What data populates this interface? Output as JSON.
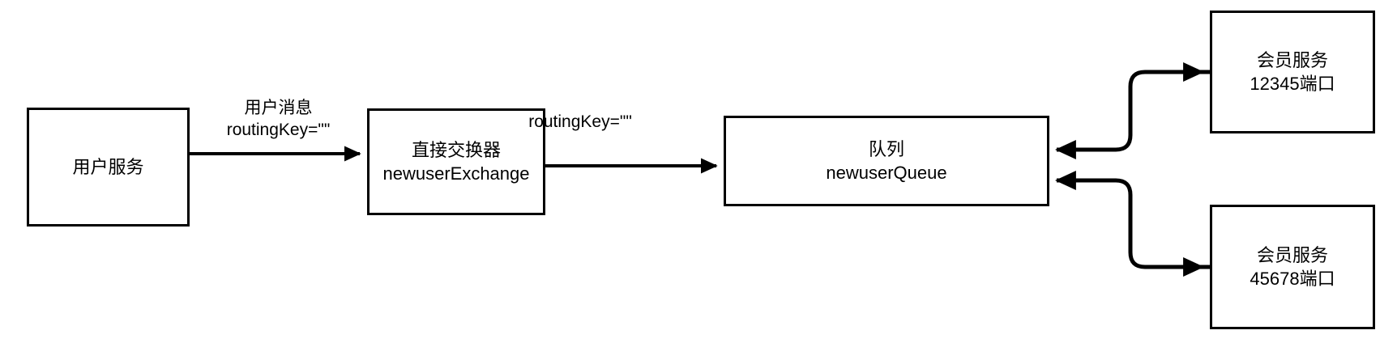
{
  "diagram": {
    "type": "flow-diagram",
    "title": "RabbitMQ Direct Exchange Fanout To Two Member Services",
    "colors": {
      "stroke": "#000000",
      "fill": "#FFFFFF",
      "text": "#000000"
    },
    "nodes": [
      {
        "id": "user-service",
        "line1": "用户服务",
        "line2": ""
      },
      {
        "id": "exchange",
        "line1": "直接交换器",
        "line2": "newuserExchange"
      },
      {
        "id": "queue",
        "line1": "队列",
        "line2": "newuserQueue"
      },
      {
        "id": "member-service-1",
        "line1": "会员服务",
        "line2": "12345端口"
      },
      {
        "id": "member-service-2",
        "line1": "会员服务",
        "line2": "45678端口"
      }
    ],
    "edge_labels": [
      {
        "id": "user-to-exchange",
        "line1": "用户消息",
        "line2": "routingKey=\"\""
      },
      {
        "id": "exchange-to-queue",
        "line1": "routingKey=\"\"",
        "line2": ""
      }
    ]
  }
}
